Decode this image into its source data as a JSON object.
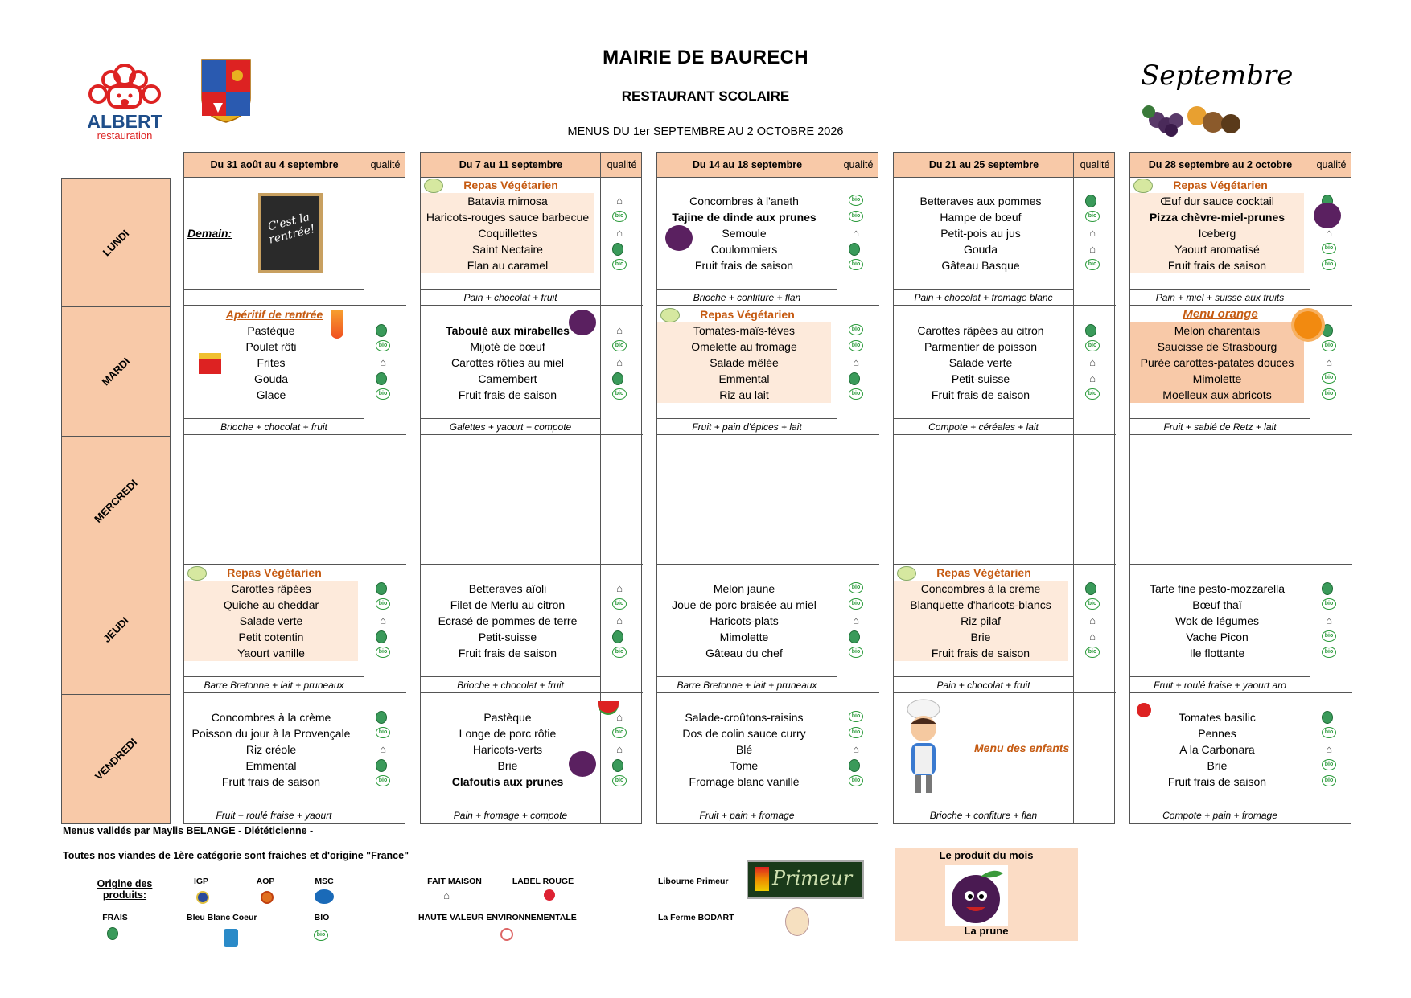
{
  "header": {
    "title": "MAIRIE DE BAURECH",
    "subtitle": "RESTAURANT SCOLAIRE",
    "range": "MENUS DU 1er SEPTEMBRE AU 2 OCTOBRE 2026"
  },
  "logo": {
    "brand": "ALBERT",
    "tag": "restauration",
    "month": "Septembre"
  },
  "days": [
    "LUNDI",
    "MARDI",
    "MERCREDI",
    "JEUDI",
    "VENDREDI"
  ],
  "quality_label": "qualité",
  "weeks": [
    {
      "title": "Du 31 août au 4 septembre",
      "lundi": {
        "label": "Demain:",
        "board": "C'est la rentrée!"
      },
      "lundi_snack": "",
      "mardi": {
        "title": "Apéritif de rentrée",
        "items": [
          "Pastèque",
          "Poulet rôti",
          "Frites",
          "Gouda",
          "Glace"
        ]
      },
      "mardi_snack": "Brioche + chocolat + fruit",
      "jeudi": {
        "title": "Repas Végétarien",
        "items": [
          "Carottes râpées",
          "Quiche au cheddar",
          "Salade verte",
          "Petit cotentin",
          "Yaourt vanille"
        ]
      },
      "jeudi_snack": "Barre Bretonne + lait + pruneaux",
      "vendredi": {
        "items": [
          "Concombres à la crème",
          "Poisson du jour à la Provençale",
          "Riz créole",
          "Emmental",
          "Fruit frais de saison"
        ]
      },
      "vendredi_snack": "Fruit + roulé fraise + yaourt"
    },
    {
      "title": "Du 7 au 11 septembre",
      "lundi": {
        "title": "Repas Végétarien",
        "items": [
          "Batavia mimosa",
          "Haricots-rouges sauce barbecue",
          "Coquillettes",
          "Saint Nectaire",
          "Flan au caramel"
        ]
      },
      "lundi_snack": "Pain + chocolat + fruit",
      "mardi": {
        "items": [
          "Taboulé aux mirabelles",
          "Mijoté de bœuf",
          "Carottes rôties au miel",
          "Camembert",
          "Fruit frais de saison"
        ]
      },
      "mardi_snack": "Galettes + yaourt + compote",
      "jeudi": {
        "items": [
          "Betteraves aïoli",
          "Filet de Merlu au citron",
          "Ecrasé de pommes de terre",
          "Petit-suisse",
          "Fruit frais de saison"
        ]
      },
      "jeudi_snack": "Brioche + chocolat + fruit",
      "vendredi": {
        "items": [
          "Pastèque",
          "Longe de porc rôtie",
          "Haricots-verts",
          "Brie",
          "Clafoutis aux prunes"
        ]
      },
      "vendredi_snack": "Pain + fromage + compote"
    },
    {
      "title": "Du 14 au 18 septembre",
      "lundi": {
        "items": [
          "Concombres à l'aneth",
          "Tajine de dinde aux prunes",
          "Semoule",
          "Coulommiers",
          "Fruit frais de saison"
        ]
      },
      "lundi_snack": "Brioche + confiture + flan",
      "mardi": {
        "title": "Repas Végétarien",
        "items": [
          "Tomates-maïs-fèves",
          "Omelette au fromage",
          "Salade mêlée",
          "Emmental",
          "Riz au lait"
        ]
      },
      "mardi_snack": "Fruit + pain d'épices + lait",
      "jeudi": {
        "items": [
          "Melon jaune",
          "Joue de porc braisée au miel",
          "Haricots-plats",
          "Mimolette",
          "Gâteau du chef"
        ]
      },
      "jeudi_snack": "Barre Bretonne + lait + pruneaux",
      "vendredi": {
        "items": [
          "Salade-croûtons-raisins",
          "Dos de colin sauce curry",
          "Blé",
          "Tome",
          "Fromage blanc vanillé"
        ]
      },
      "vendredi_snack": "Fruit + pain + fromage"
    },
    {
      "title": "Du 21 au 25 septembre",
      "lundi": {
        "items": [
          "Betteraves aux pommes",
          "Hampe de bœuf",
          "Petit-pois au jus",
          "Gouda",
          "Gâteau Basque"
        ]
      },
      "lundi_snack": "Pain + chocolat + fromage blanc",
      "mardi": {
        "items": [
          "Carottes râpées au citron",
          "Parmentier de poisson",
          "Salade verte",
          "Petit-suisse",
          "Fruit frais de saison"
        ]
      },
      "mardi_snack": "Compote + céréales + lait",
      "jeudi": {
        "title": "Repas Végétarien",
        "items": [
          "Concombres à la crème",
          "Blanquette d'haricots-blancs",
          "Riz pilaf",
          "Brie",
          "Fruit frais de saison"
        ]
      },
      "jeudi_snack": "Pain + chocolat + fruit",
      "vendredi": {
        "special": "Menu des enfants"
      },
      "vendredi_snack": "Brioche + confiture + flan"
    },
    {
      "title": "Du 28 septembre au 2 octobre",
      "lundi": {
        "title": "Repas Végétarien",
        "items": [
          "Œuf dur sauce cocktail",
          "Pizza chèvre-miel-prunes",
          "Iceberg",
          "Yaourt aromatisé",
          "Fruit frais de saison"
        ]
      },
      "lundi_snack": "Pain + miel + suisse aux fruits",
      "mardi": {
        "title": "Menu orange",
        "items": [
          "Melon charentais",
          "Saucisse de Strasbourg",
          "Purée carottes-patates douces",
          "Mimolette",
          "Moelleux aux abricots"
        ]
      },
      "mardi_snack": "Fruit + sablé de Retz + lait",
      "jeudi": {
        "items": [
          "Tarte fine pesto-mozzarella",
          "Bœuf thaï",
          "Wok de légumes",
          "Vache Picon",
          "Ile flottante"
        ]
      },
      "jeudi_snack": "Fruit + roulé fraise + yaourt aro",
      "vendredi": {
        "items": [
          "Tomates basilic",
          "Pennes",
          "A la Carbonara",
          "Brie",
          "Fruit frais de saison"
        ]
      },
      "vendredi_snack": "Compote + pain + fromage"
    }
  ],
  "footer": {
    "validated": "Menus validés  par Maylis BELANGE - Diététicienne -",
    "meat": "Toutes nos viandes de 1ère catégorie sont fraiches et d'origine \"France\"",
    "origin_l1": "Origine des",
    "origin_l2": "produits:",
    "igp": "IGP",
    "aop": "AOP",
    "msc": "MSC",
    "fait": "FAIT MAISON",
    "lr": "LABEL ROUGE",
    "libourne": "Libourne Primeur",
    "frais": "FRAIS",
    "bbc": "Bleu Blanc Coeur",
    "bio": "BIO",
    "hve": "HAUTE VALEUR ENVIRONNEMENTALE",
    "ferme": "La Ferme BODART",
    "primeur_logo": "Primeur",
    "pdm_title": "Le produit du mois",
    "pdm_name": "La prune"
  }
}
